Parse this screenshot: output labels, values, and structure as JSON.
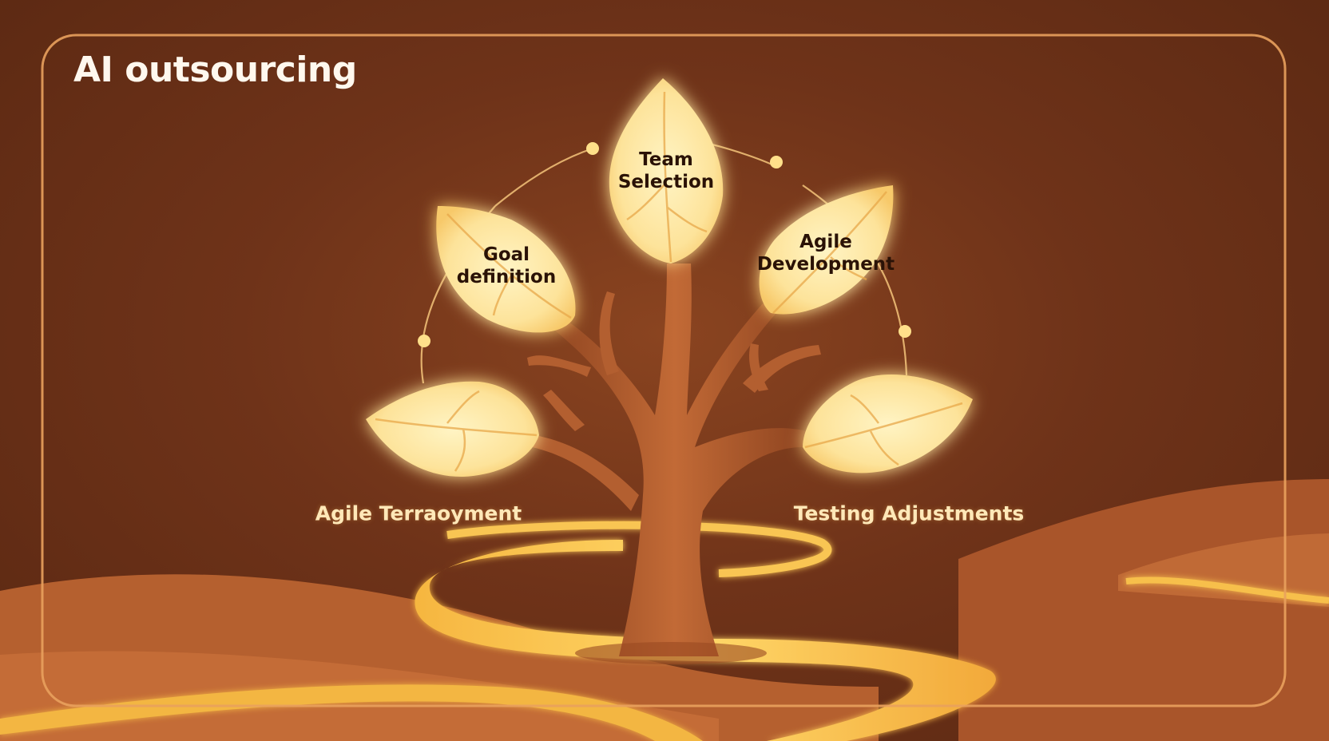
{
  "title": "AI outsourcing",
  "leaves": [
    {
      "id": "team-selection",
      "lines": [
        "Team",
        "Selection"
      ]
    },
    {
      "id": "goal-definition",
      "lines": [
        "Goal",
        "definition"
      ]
    },
    {
      "id": "agile-development",
      "lines": [
        "Agile",
        "Development"
      ]
    },
    {
      "id": "left-lower-leaf",
      "lines": []
    },
    {
      "id": "right-lower-leaf",
      "lines": []
    }
  ],
  "captions": {
    "left": "Agile Terraoyment",
    "right": "Testing Adjustments"
  },
  "colors": {
    "background": "#6f3319",
    "frame": "#e9a15d",
    "leaf": "#fde7a0",
    "leaf_glow": "#ffd36a",
    "trunk": "#b8612f",
    "path": "#f7c24a",
    "text_dark": "#2a1206",
    "caption": "#ffe8b8"
  }
}
